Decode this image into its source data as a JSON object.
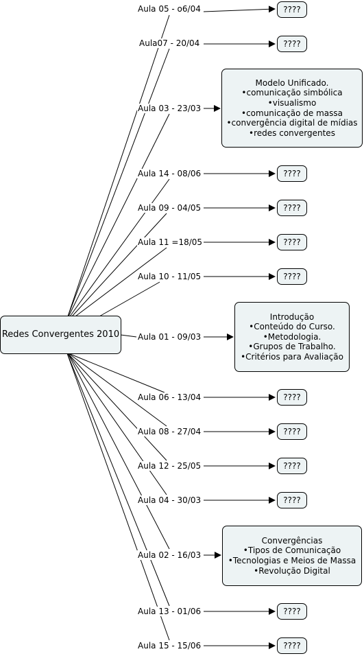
{
  "center": "Redes Convergentes 2010",
  "q": "????",
  "aulas": [
    "Aula 05 - o6/04",
    "Aula07 - 20/04",
    "Aula 03 - 23/03",
    "Aula 14 - 08/06",
    "Aula 09 - 04/05",
    "Aula 11 =18/05",
    "Aula 10 - 11/05",
    "Aula 01 - 09/03",
    "Aula 06 - 13/04",
    "Aula 08 - 27/04",
    "Aula 12 - 25/05",
    "Aula 04 - 30/03",
    "Aula 02 - 16/03",
    "Aula 13 - 01/06",
    "Aula 15 - 15/06"
  ],
  "aula03": [
    "Modelo Unificado.",
    "•comunicação simbólica",
    "•visualismo",
    "•comunicação de massa",
    "•convergência digital de mídias",
    "•redes convergentes"
  ],
  "aula01": [
    "Introdução",
    "•Conteúdo do Curso.",
    "•Metodologia.",
    "•Grupos de Trabalho.",
    "•Critérios para Avaliação"
  ],
  "aula02": [
    "Convergências",
    "•Tipos de Comunicação",
    "•Tecnologias e Meios de Massa",
    "•Revolução Digital"
  ]
}
